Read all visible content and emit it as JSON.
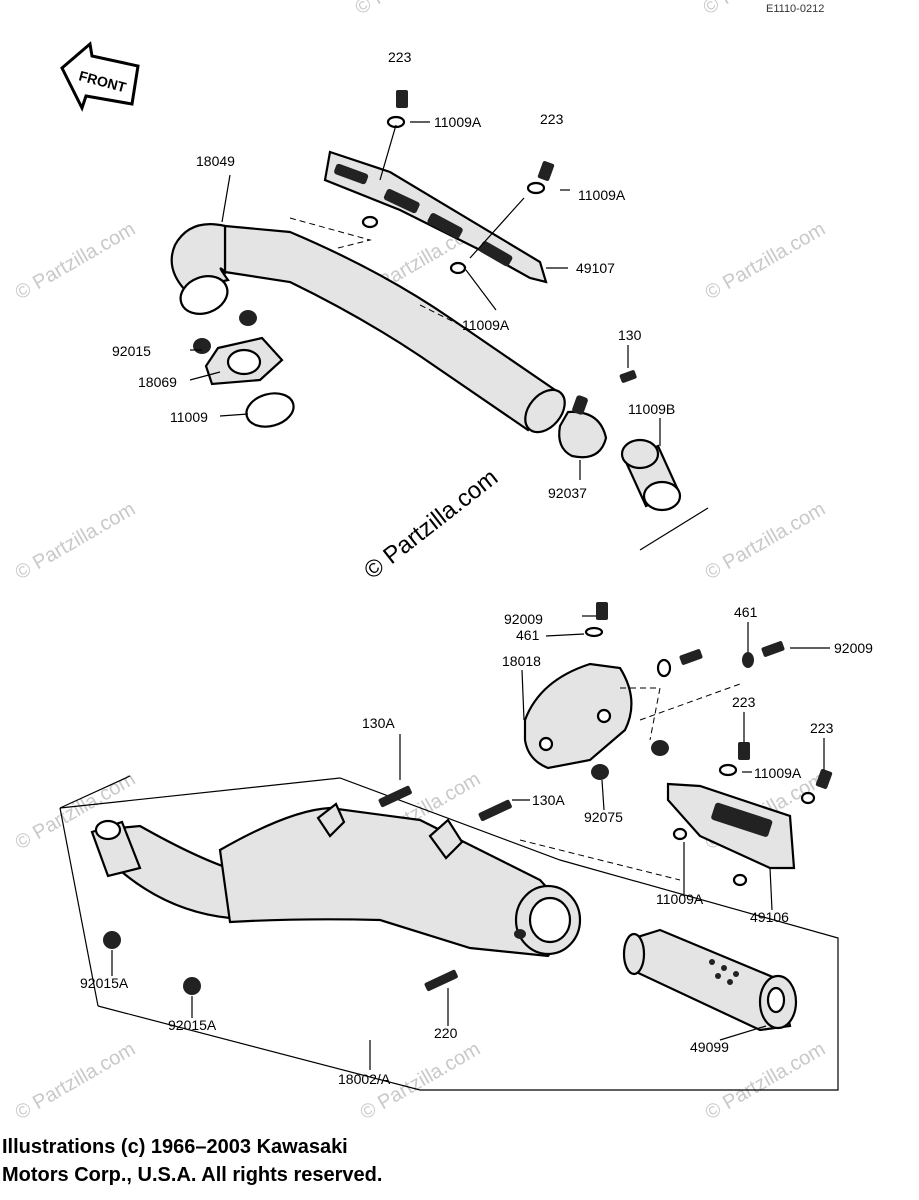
{
  "header": {
    "diagram_code": "E1110-0212"
  },
  "front_arrow": {
    "label": "FRONT"
  },
  "watermark": {
    "small_text": "© Partzilla.com",
    "big_text": "© Partzilla.com"
  },
  "parts": {
    "p223_a": "223",
    "p11009A_a": "11009A",
    "p223_b": "223",
    "p11009A_b": "11009A",
    "p18049": "18049",
    "p49107": "49107",
    "p11009A_c": "11009A",
    "p92015": "92015",
    "p18069": "18069",
    "p11009": "11009",
    "p130": "130",
    "p11009B": "11009B",
    "p92037": "92037",
    "p92009_a": "92009",
    "p461_a": "461",
    "p18018": "18018",
    "p461_b": "461",
    "p92009_b": "92009",
    "p130A_a": "130A",
    "p223_c": "223",
    "p223_d": "223",
    "p11009A_d": "11009A",
    "p130A_b": "130A",
    "p92075": "92075",
    "p11009A_e": "11009A",
    "p49106": "49106",
    "p92015A_a": "92015A",
    "p92015A_b": "92015A",
    "p220": "220",
    "p49099": "49099",
    "p18002A": "18002/A"
  },
  "copyright": {
    "line1": "Illustrations (c) 1966–2003 Kawasaki",
    "line2": "Motors Corp., U.S.A.  All rights reserved."
  }
}
